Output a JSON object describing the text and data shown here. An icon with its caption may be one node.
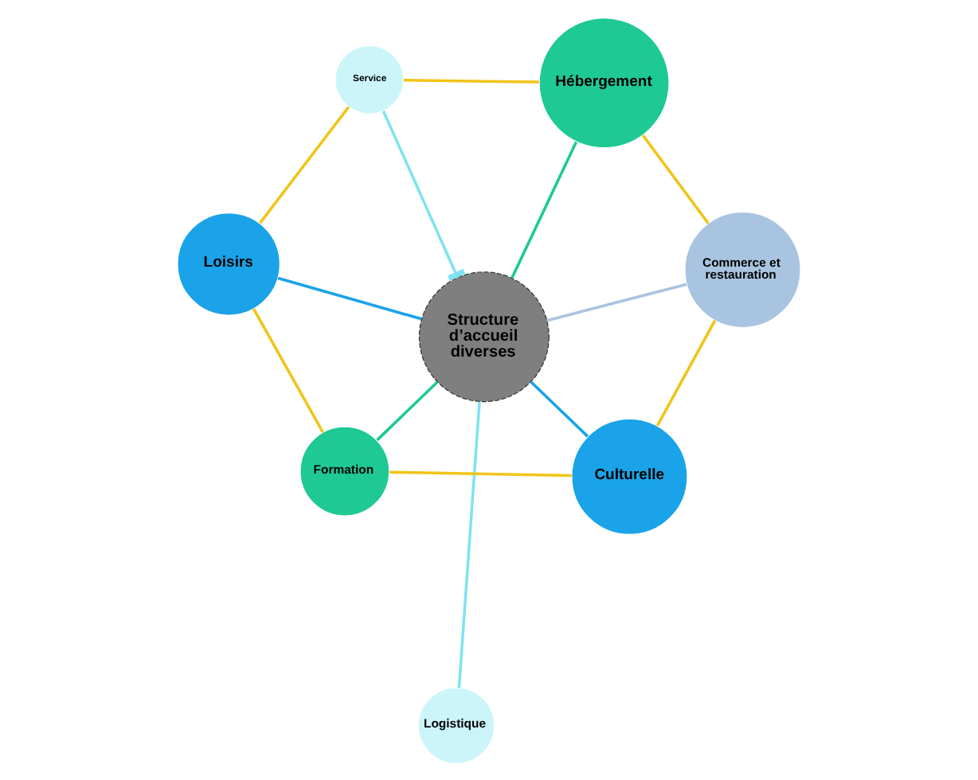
{
  "diagram": {
    "nodes": [
      {
        "text": [
          "Structure d’accueil diverses"
        ]
      },
      {
        "text": [
          "Commerce et restauration"
        ]
      },
      {
        "text": [
          "Logistique"
        ]
      },
      {
        "text": [
          "Culturelle"
        ]
      },
      {
        "text": [
          "Hébergement"
        ]
      },
      {
        "text": [
          "Service"
        ]
      },
      {
        "text": [
          "Formation"
        ]
      },
      {
        "text": [
          "Loisirs"
        ]
      }
    ],
    "edges": [
      {
        "from": 0,
        "to": 1,
        "arrow": "none",
        "color": "#a9c4e0"
      },
      {
        "from": 0,
        "to": 2,
        "arrow": "none",
        "color": "#7fe3f0"
      },
      {
        "from": 0,
        "to": 3,
        "arrow": "none",
        "color": "#1aa3e8"
      },
      {
        "from": 0,
        "to": 4,
        "arrow": "none",
        "color": "#1ec994"
      },
      {
        "from": 5,
        "to": 0,
        "arrow": "other",
        "color": "#7fe3f0"
      },
      {
        "from": 0,
        "to": 6,
        "arrow": "none",
        "color": "#1ec994"
      },
      {
        "from": 0,
        "to": 7,
        "arrow": "none",
        "color": "#1aa3e8"
      },
      {
        "from": 1,
        "to": 4,
        "arrow": "none",
        "color": "#f0c419"
      },
      {
        "from": 4,
        "to": 5,
        "arrow": "none",
        "color": "#f0c419"
      },
      {
        "from": 5,
        "to": 7,
        "arrow": "none",
        "color": "#f0c419"
      },
      {
        "from": 7,
        "to": 6,
        "arrow": "none",
        "color": "#f0c419"
      },
      {
        "from": 6,
        "to": 3,
        "arrow": "none",
        "color": "#f0c419"
      },
      {
        "from": 3,
        "to": 1,
        "arrow": "none",
        "color": "#f0c419"
      }
    ]
  }
}
